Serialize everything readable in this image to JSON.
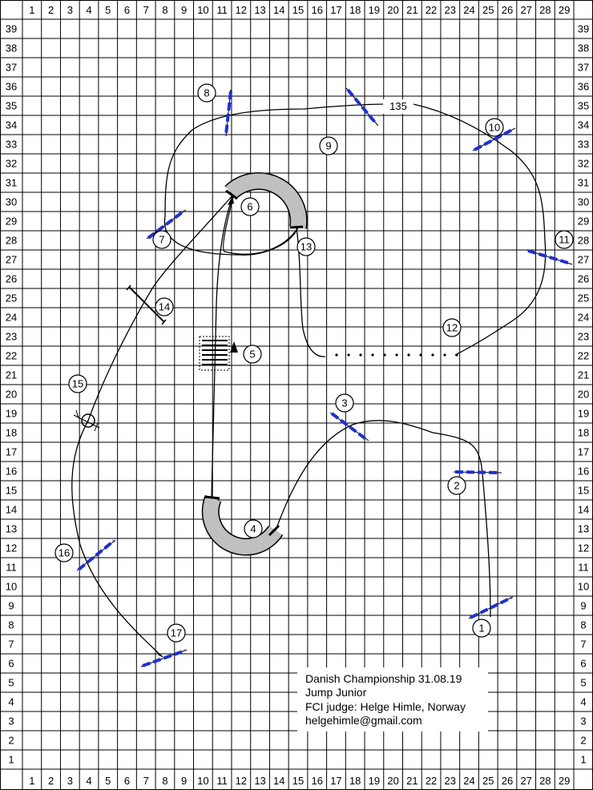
{
  "grid": {
    "columns": [
      "1",
      "2",
      "3",
      "4",
      "5",
      "6",
      "7",
      "8",
      "9",
      "10",
      "11",
      "12",
      "13",
      "14",
      "15",
      "16",
      "17",
      "18",
      "19",
      "20",
      "21",
      "22",
      "23",
      "24",
      "25",
      "26",
      "27",
      "28",
      "29"
    ],
    "rows": [
      "39",
      "38",
      "37",
      "36",
      "35",
      "34",
      "33",
      "32",
      "31",
      "30",
      "29",
      "28",
      "27",
      "26",
      "25",
      "24",
      "23",
      "22",
      "21",
      "20",
      "19",
      "18",
      "17",
      "16",
      "15",
      "14",
      "13",
      "12",
      "11",
      "10",
      "9",
      "8",
      "7",
      "6",
      "5",
      "4",
      "3",
      "2",
      "1"
    ]
  },
  "course": {
    "obstacle_numbers": [
      "1",
      "2",
      "3",
      "4",
      "5",
      "6",
      "7",
      "8",
      "9",
      "10",
      "11",
      "12",
      "13",
      "14",
      "15",
      "16",
      "17"
    ],
    "course_length": "135"
  },
  "info_box": {
    "line1": "Danish Championship 31.08.19",
    "line2": "Jump Junior",
    "line3": "FCI judge: Helge Himle, Norway",
    "line4": "helgehimle@gmail.com"
  },
  "colors": {
    "grid_line": "#000000",
    "jump_bar": "#1f2fd0",
    "tunnel_fill": "#c0c0c0",
    "path_line": "#000000",
    "background": "#ffffff"
  }
}
